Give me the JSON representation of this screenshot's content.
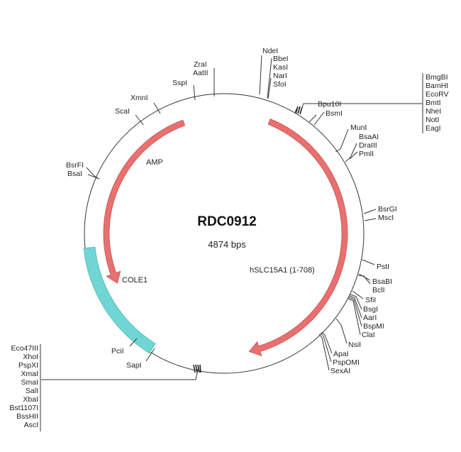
{
  "plasmid": {
    "name": "RDC0912",
    "size_label": "4874 bps",
    "total_bp": 4874
  },
  "colors": {
    "backbone": "#333333",
    "gene_fill": "#e8706f",
    "gene_stroke": "#c94f4f",
    "ori_fill": "#6fd6d4",
    "ori_stroke": "#4fb8b6"
  },
  "features": [
    {
      "name": "hSLC15A1 (1-708)",
      "type": "gene",
      "start_deg": 22,
      "end_deg": 168,
      "direction": "cw"
    },
    {
      "name": "AMP",
      "type": "gene",
      "start_deg": 340,
      "end_deg": 245,
      "direction": "ccw"
    },
    {
      "name": "COLE1",
      "type": "origin",
      "start_deg": 264,
      "end_deg": 212,
      "direction": "none"
    }
  ],
  "sites": [
    {
      "group": "NdeI",
      "labels": [
        "NdeI"
      ],
      "angle_deg": 2
    },
    {
      "group": "BbeI-group",
      "labels": [
        "BbeI",
        "KasI",
        "NarI",
        "SfoI"
      ],
      "angle_deg": 12
    },
    {
      "group": "Bpu10I",
      "labels": [
        "Bpu10I"
      ],
      "angle_deg": 31
    },
    {
      "group": "BsmI",
      "labels": [
        "BsmI"
      ],
      "angle_deg": 38
    },
    {
      "group": "MCS-right",
      "labels": [
        "BmgBI",
        "BamHI",
        "EcoRV",
        "BmtI",
        "NheI",
        "NotI",
        "EagI"
      ],
      "angle_deg": 30
    },
    {
      "group": "MunI",
      "labels": [
        "MunI"
      ],
      "angle_deg": 50
    },
    {
      "group": "BsaAI-group",
      "labels": [
        "BsaAI",
        "DraIII",
        "PmlI"
      ],
      "angle_deg": 55
    },
    {
      "group": "BsrGI",
      "labels": [
        "BsrGI"
      ],
      "angle_deg": 83
    },
    {
      "group": "MscI",
      "labels": [
        "MscI"
      ],
      "angle_deg": 87
    },
    {
      "group": "PstI",
      "labels": [
        "PstI"
      ],
      "angle_deg": 109
    },
    {
      "group": "BsaBI-group",
      "labels": [
        "BsaBI",
        "BclI"
      ],
      "angle_deg": 116
    },
    {
      "group": "SfiI-group",
      "labels": [
        "SfiI",
        "BsgI",
        "AarI",
        "BspMI",
        "ClaI"
      ],
      "angle_deg": 126
    },
    {
      "group": "NsiI",
      "labels": [
        "NsiI"
      ],
      "angle_deg": 139
    },
    {
      "group": "ApaI-group",
      "labels": [
        "ApaI",
        "PspOMI",
        "SexAI"
      ],
      "angle_deg": 146
    },
    {
      "group": "MCS-left",
      "labels": [
        "Eco47III",
        "XhoI",
        "PspXI",
        "XmaI",
        "SmaI",
        "SalI",
        "XbaI",
        "Bst1107I",
        "BssHII",
        "AscI"
      ],
      "angle_deg": 191
    },
    {
      "group": "SapI",
      "labels": [
        "SapI"
      ],
      "angle_deg": 207
    },
    {
      "group": "PciI",
      "labels": [
        "PciI"
      ],
      "angle_deg": 214
    },
    {
      "group": "BsrFI-group",
      "labels": [
        "BsrFI",
        "BsaI"
      ],
      "angle_deg": 289
    },
    {
      "group": "ScaI",
      "labels": [
        "ScaI"
      ],
      "angle_deg": 323
    },
    {
      "group": "XmnI",
      "labels": [
        "XmnI"
      ],
      "angle_deg": 332
    },
    {
      "group": "SspI",
      "labels": [
        "SspI"
      ],
      "angle_deg": 349
    },
    {
      "group": "ZraI-group",
      "labels": [
        "ZraI",
        "AatII"
      ],
      "angle_deg": 356
    }
  ]
}
